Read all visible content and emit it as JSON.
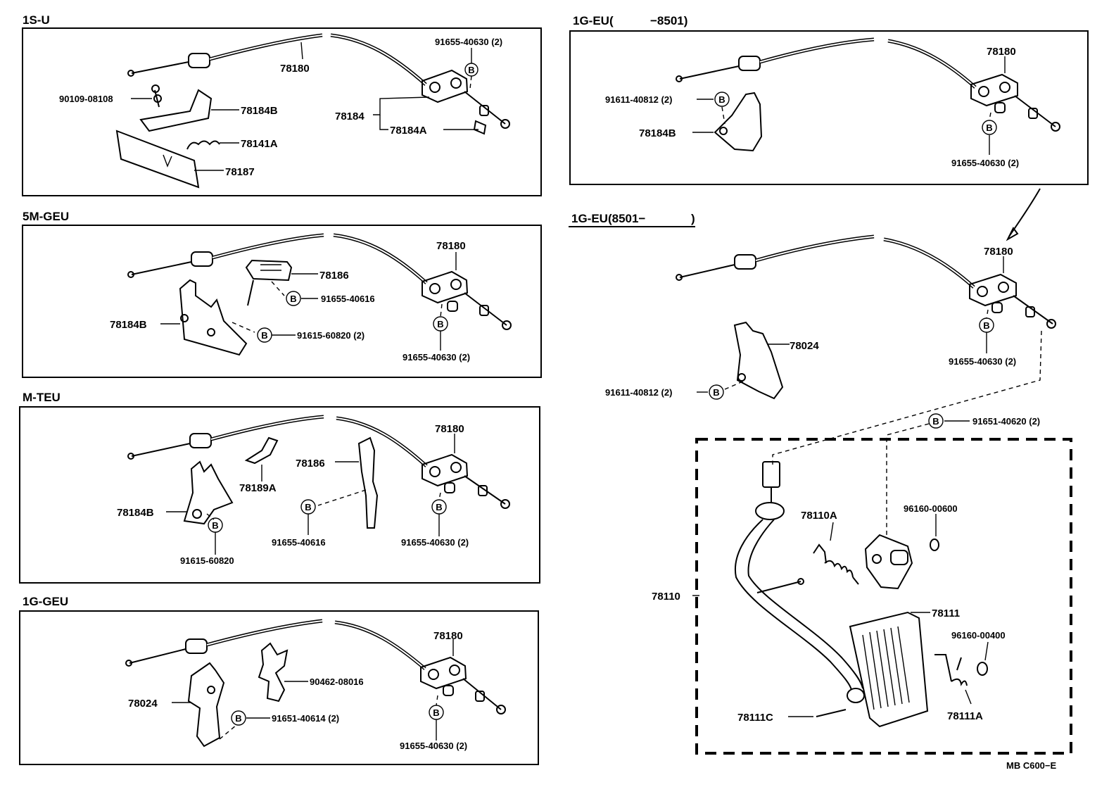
{
  "sections": {
    "s1": {
      "title": "1S-U"
    },
    "s2": {
      "title": "5M-GEU"
    },
    "s3": {
      "title": "M-TEU"
    },
    "s4": {
      "title": "1G-GEU"
    },
    "s5": {
      "title_a": "1G-EU(",
      "title_b": "−8501)"
    },
    "s6": {
      "title_a": "1G-EU(8501−",
      "title_b": ")"
    }
  },
  "bolt_symbol": "B",
  "labels": {
    "s1": {
      "cable": "78180",
      "bolt_top": "91655-40630 (2)",
      "screw": "90109-08108",
      "bracket": "78184B",
      "bracket_assy": "78184",
      "bracket_a": "78184A",
      "spring": "78141A",
      "plate": "78187"
    },
    "s2": {
      "cable": "78180",
      "clamp": "78186",
      "clamp_bolt": "91655-40616",
      "bracket": "78184B",
      "bracket_bolt": "91615-60820 (2)",
      "bolt_bottom": "91655-40630 (2)"
    },
    "s3": {
      "cable": "78180",
      "clamp": "78186",
      "bracket_a": "78189A",
      "bracket": "78184B",
      "bolt_bracket": "91615-60820",
      "bolt_clamp": "91655-40616",
      "bolt_bottom": "91655-40630 (2)"
    },
    "s4": {
      "cable": "78180",
      "clip": "90462-08016",
      "bracket": "78024",
      "bracket_bolt": "91651-40614 (2)",
      "bolt_bottom": "91655-40630 (2)"
    },
    "s5": {
      "cable": "78180",
      "bolt_left": "91611-40812 (2)",
      "bracket": "78184B",
      "bolt_bottom": "91655-40630 (2)"
    },
    "s6": {
      "cable": "78180",
      "bracket": "78024",
      "bolt_left": "91611-40812 (2)",
      "bolt_bottom": "91655-40630 (2)",
      "pedal_bolt": "91651-40620 (2)",
      "pedal_assy": "78110",
      "spring": "78110A",
      "washer_top": "96160-00600",
      "pad": "78111",
      "washer_bottom": "96160-00400",
      "spring_a": "78111A",
      "pin": "78111C"
    }
  },
  "footer": {
    "code": "MB  C600−E"
  }
}
